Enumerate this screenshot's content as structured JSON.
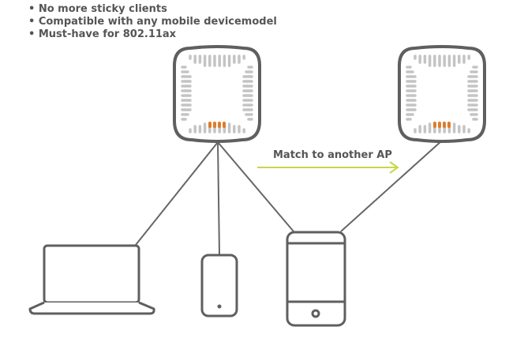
{
  "bullets": [
    "• No more sticky clients",
    "• Compatible with any mobile devicemodel",
    "• Must-have for 802.11ax"
  ],
  "arrow_label": "Match to another AP",
  "colors": {
    "outline": "#5f5f5f",
    "dash": "#c4c4c4",
    "led": "#e07b2a",
    "arrow": "#c9d64b",
    "line": "#666666"
  }
}
